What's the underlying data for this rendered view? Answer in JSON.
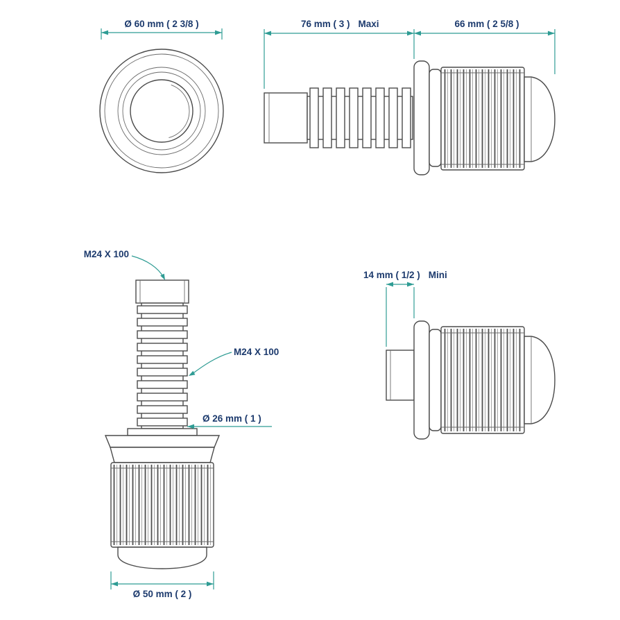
{
  "drawing": {
    "colors": {
      "background": "#ffffff",
      "line": "#4a4a4a",
      "dimension": "#2f9c94",
      "label_text": "#1c3a6d"
    },
    "front_view": {
      "diameter_dim": "Ø 60 mm ( 2 3/8 )"
    },
    "side_view_maxi": {
      "length_dim": "76 mm ( 3 )",
      "length_qualifier": "Maxi",
      "body_dim": "66 mm ( 2 5/8 )"
    },
    "vertical_view": {
      "thread_label_top": "M24 X 100",
      "thread_label_side": "M24 X 100",
      "tube_diameter_dim": "Ø 26 mm ( 1 )",
      "body_diameter_dim": "Ø 50 mm ( 2 )"
    },
    "side_view_mini": {
      "length_dim": "14 mm ( 1/2 )",
      "length_qualifier": "Mini"
    }
  }
}
